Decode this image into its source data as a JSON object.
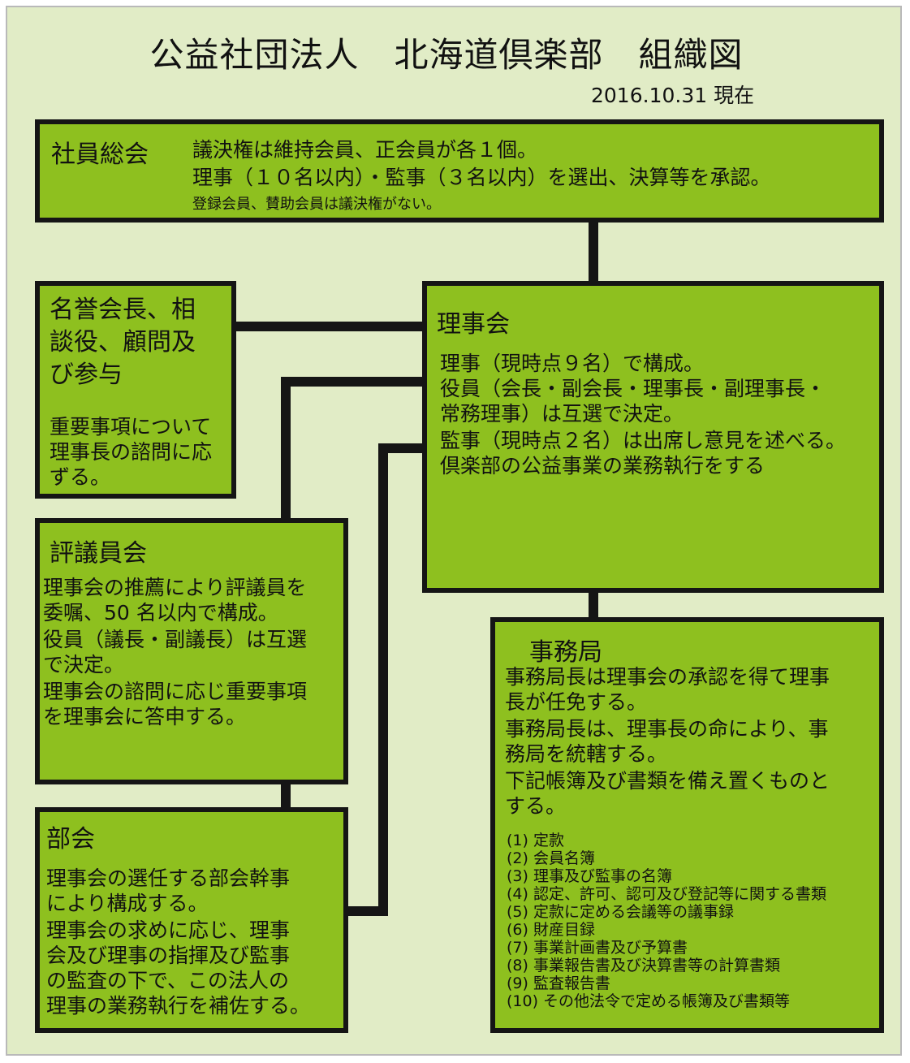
{
  "title": "公益社団法人　北海道倶楽部　組織図",
  "date": "2016.10.31 現在",
  "general_assembly": {
    "name": "社員総会",
    "line1": "議決権は維持会員、正会員が各１個。",
    "line2": "理事（１０名以内）・監事（３名以内）を選出、決算等を承認。",
    "note": "登録会員、賛助会員は議決権がない。"
  },
  "honorary": {
    "title": [
      "名誉会長、相",
      "談役、顧問及",
      "び参与"
    ],
    "body": [
      "重要事項について",
      "理事長の諮問に応",
      "ずる。"
    ]
  },
  "board": {
    "name": "理事会",
    "lines": [
      "理事（現時点９名）で構成。",
      "役員（会長・副会長・理事長・副理事長・",
      "常務理事）は互選で決定。",
      "監事（現時点２名）は出席し意見を述べる。",
      "倶楽部の公益事業の業務執行をする"
    ]
  },
  "councilors": {
    "name": "評議員会",
    "lines": [
      "理事会の推薦により評議員を",
      "委嘱、50 名以内で構成。",
      "役員（議長・副議長）は互選",
      "で決定。",
      "理事会の諮問に応じ重要事項",
      "を理事会に答申する。"
    ]
  },
  "section": {
    "name": "部会",
    "lines": [
      "理事会の選任する部会幹事",
      "により構成する。",
      "理事会の求めに応じ、理事",
      "会及び理事の指揮及び監事",
      "の監査の下で、この法人の",
      "理事の業務執行を補佐する。"
    ]
  },
  "secretariat": {
    "name": "事務局",
    "lines": [
      "事務局長は理事会の承認を得て理事",
      "長が任免する。",
      "事務局長は、理事長の命により、事",
      "務局を統轄する。",
      "下記帳簿及び書類を備え置くものと",
      "する。"
    ],
    "docs": [
      "(1) 定款",
      "(2) 会員名簿",
      "(3) 理事及び監事の名簿",
      "(4) 認定、許可、認可及び登記等に関する書類",
      "(5) 定款に定める会議等の議事録",
      "(6) 財産目録",
      "(7) 事業計画書及び予算書",
      "(8) 事業報告書及び決算書等の計算書類",
      "(9) 監査報告書",
      "(10) その他法令で定める帳簿及び書類等"
    ]
  },
  "colors": {
    "box_fill": "#8ec01f",
    "background": "#e1ecc6",
    "line": "#151515"
  }
}
